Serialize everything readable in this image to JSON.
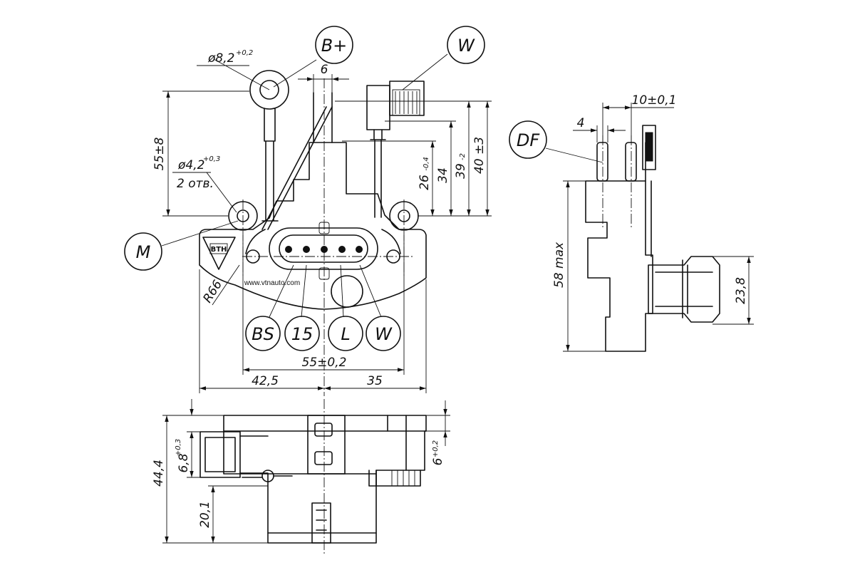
{
  "labels": {
    "b_plus": "B+",
    "w_top": "W",
    "df": "DF",
    "m": "M",
    "bs": "BS",
    "n15": "15",
    "l": "L",
    "w_bottom": "W"
  },
  "dimensions": {
    "hole_dia": "ø8,2",
    "hole_dia_tol": "+0,2",
    "mount_dia": "ø4,2",
    "mount_dia_tol": "+0,3",
    "mount_qty": "2 отв.",
    "width_top": "6",
    "height_55": "55±8",
    "h26": "26",
    "h26_tol": "-0,4",
    "h34": "34",
    "h39": "39",
    "h39_tol": "-2",
    "h40": "40 ±3",
    "radius": "R66",
    "span_55": "55±0,2",
    "left_42": "42,5",
    "right_35": "35",
    "df_4": "4",
    "df_10": "10±0,1",
    "max_58": "58 max",
    "side_23": "23,8",
    "total_44": "44,4",
    "h68": "6,8",
    "h68_tol": "+0,3",
    "h201": "20,1",
    "h6": "6",
    "h6_tol": "+0,2"
  },
  "logo_text": "ВТН",
  "website": "www.vtnauto.com"
}
